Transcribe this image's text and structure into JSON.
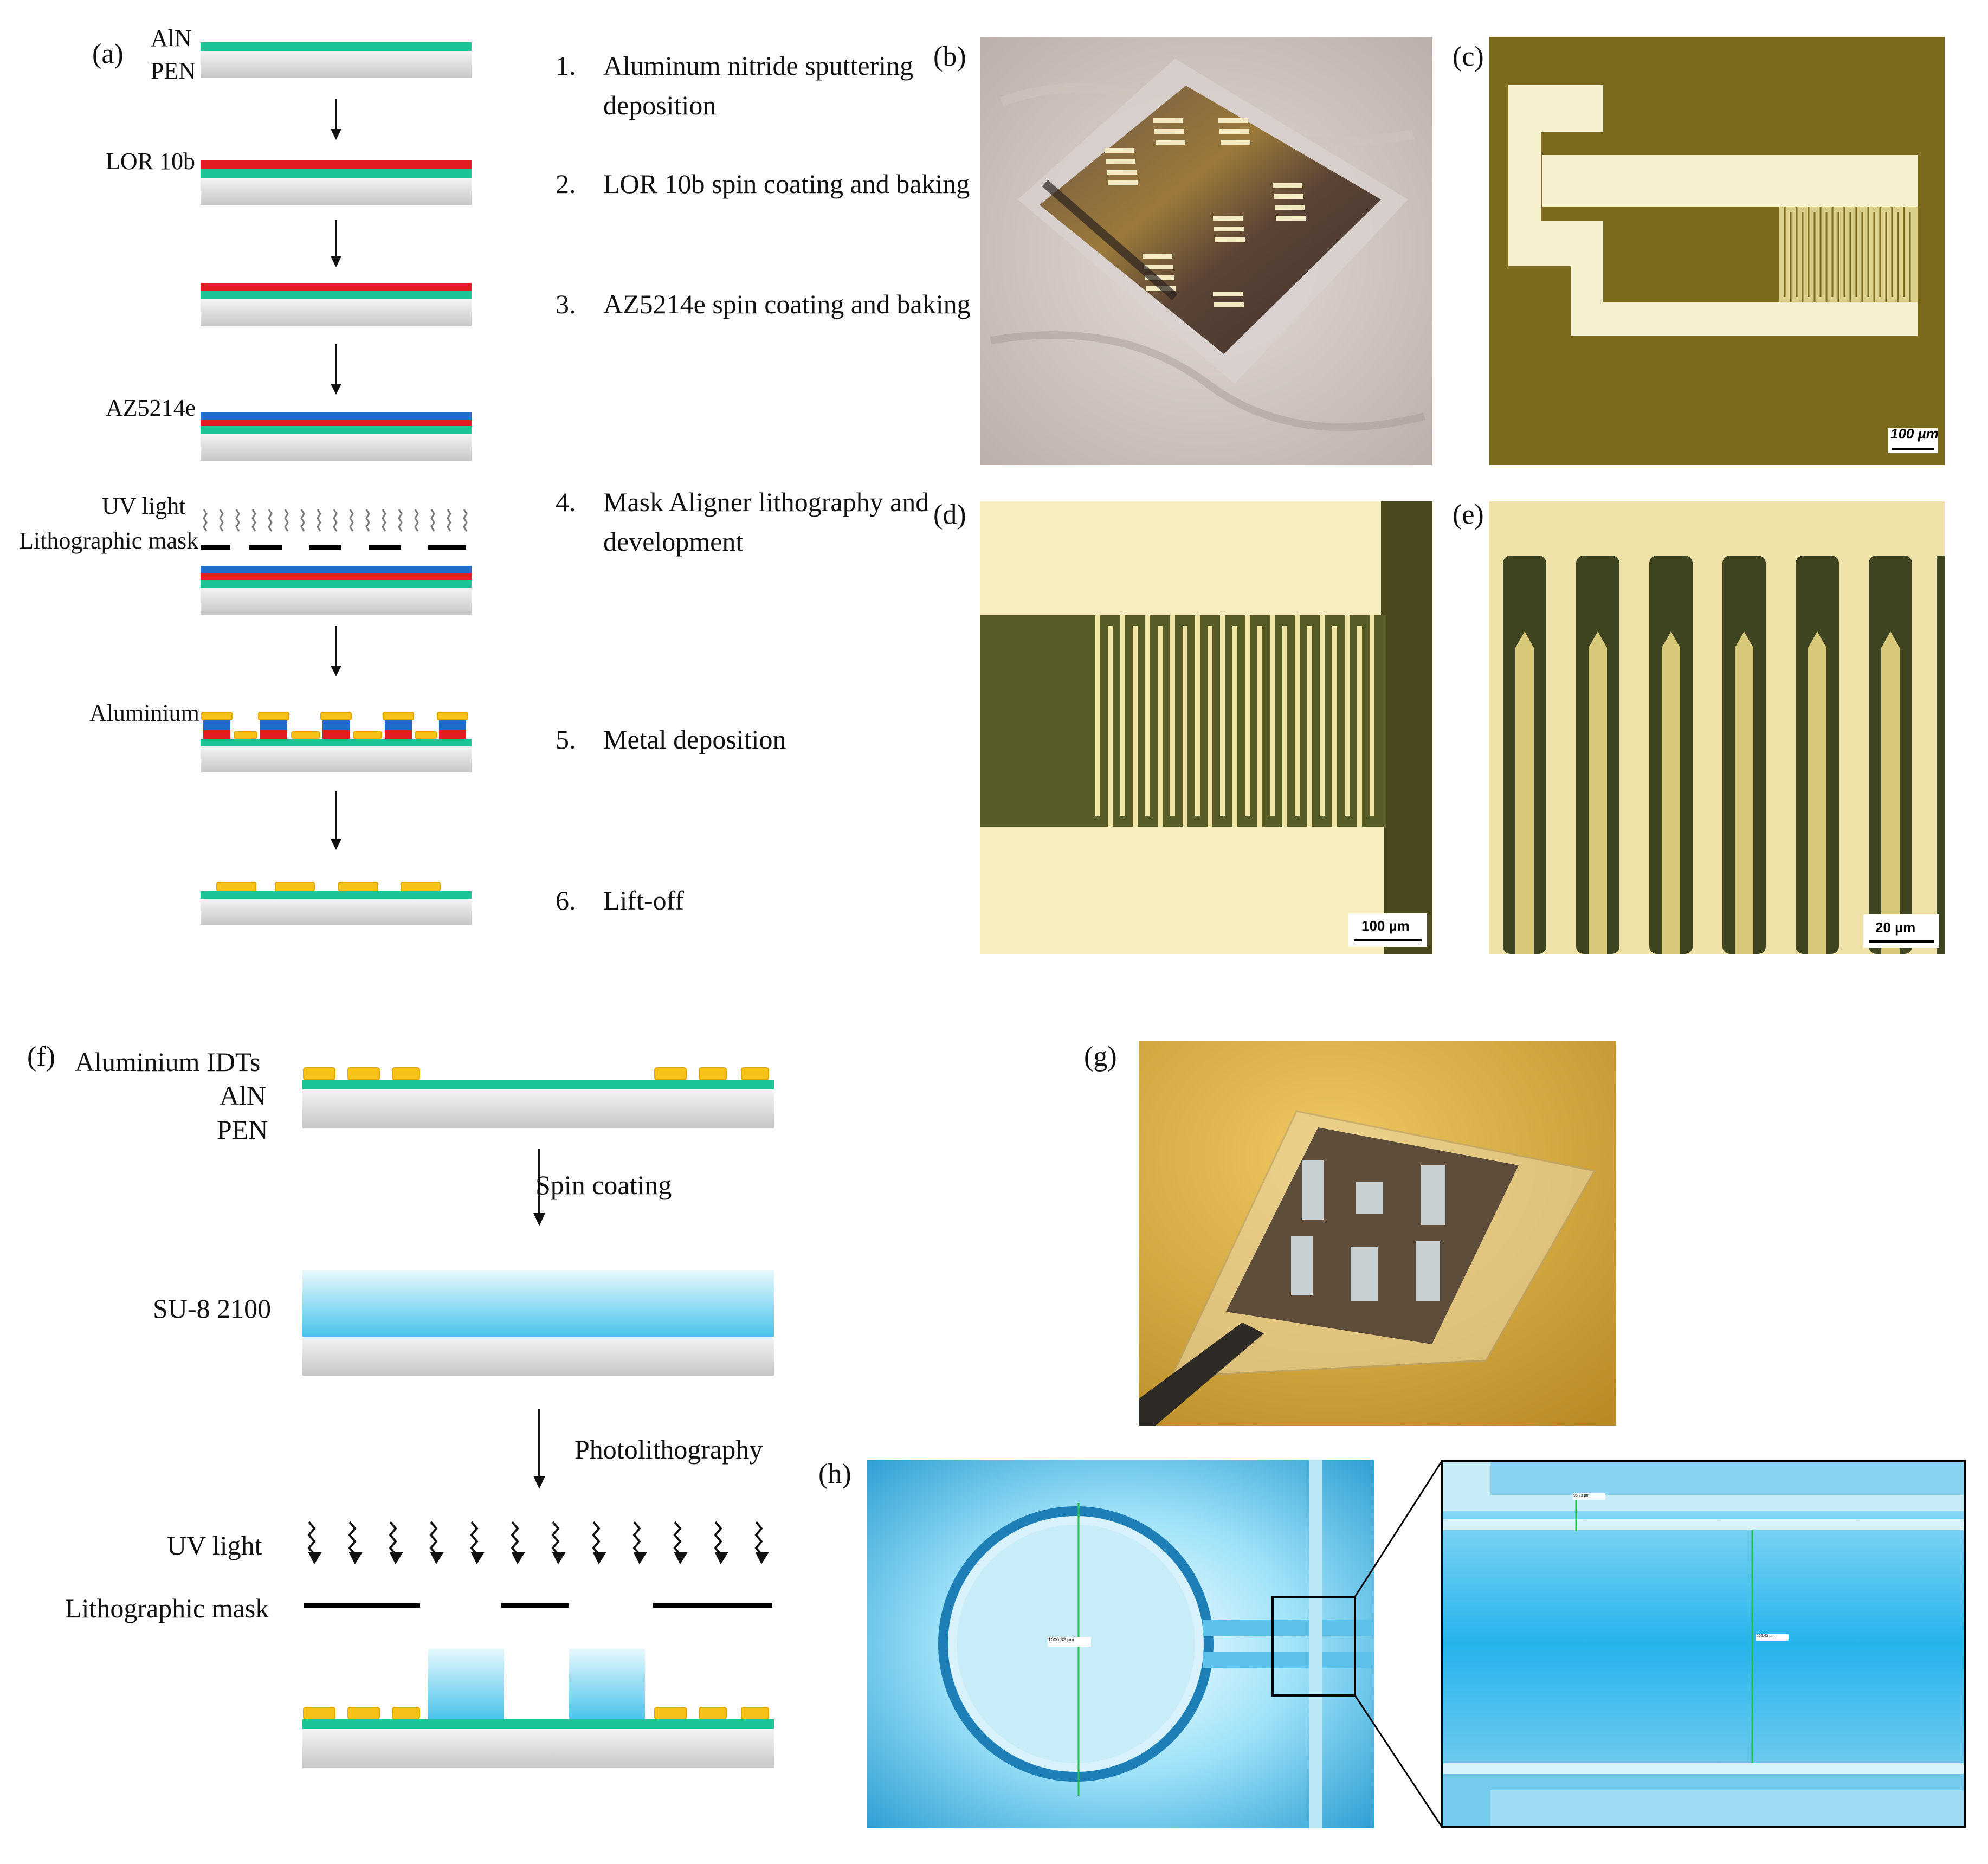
{
  "colors": {
    "aln": "#1cc396",
    "pen_top": "#f2f2f2",
    "pen_bottom": "#c8c8c8",
    "lor": "#e41d24",
    "az": "#1e6ec8",
    "aluminium": "#f6c218",
    "su8": "#6ad2ee",
    "mask": "#000000"
  },
  "panel_a": {
    "label": "(a)",
    "layer_labels": {
      "aln": "AlN",
      "pen": "PEN",
      "lor": "LOR 10b",
      "az": "AZ5214e",
      "uv": "UV light",
      "mask": "Lithographic mask",
      "aluminium": "Aluminium"
    },
    "steps": [
      {
        "num": "1.",
        "line1": "Aluminum nitride sputtering",
        "line2": "deposition"
      },
      {
        "num": "2.",
        "line1": "LOR 10b spin coating and baking",
        "line2": ""
      },
      {
        "num": "3.",
        "line1": "AZ5214e spin coating and baking",
        "line2": ""
      },
      {
        "num": "4.",
        "line1": "Mask Aligner lithography and",
        "line2": "development"
      },
      {
        "num": "5.",
        "line1": "Metal deposition",
        "line2": ""
      },
      {
        "num": "6.",
        "line1": "Lift-off",
        "line2": ""
      }
    ]
  },
  "panel_b": {
    "label": "(b)"
  },
  "panel_c": {
    "label": "(c)",
    "scale": "100 µm"
  },
  "panel_d": {
    "label": "(d)",
    "scale": "100 µm"
  },
  "panel_e": {
    "label": "(e)",
    "scale": "20 µm"
  },
  "panel_f": {
    "label": "(f)",
    "layer_labels": {
      "idts": "Aluminium IDTs",
      "aln": "AlN",
      "pen": "PEN",
      "su8": "SU-8 2100",
      "uv": "UV light",
      "mask": "Lithographic mask"
    },
    "steps": {
      "spin": "Spin coating",
      "photo": "Photolithography"
    }
  },
  "panel_g": {
    "label": "(g)"
  },
  "panel_h": {
    "label": "(h)",
    "measure_left": "1000.32 µm",
    "measure_right_top": "96.73 µm",
    "measure_right_mid": "255.43 µm"
  }
}
